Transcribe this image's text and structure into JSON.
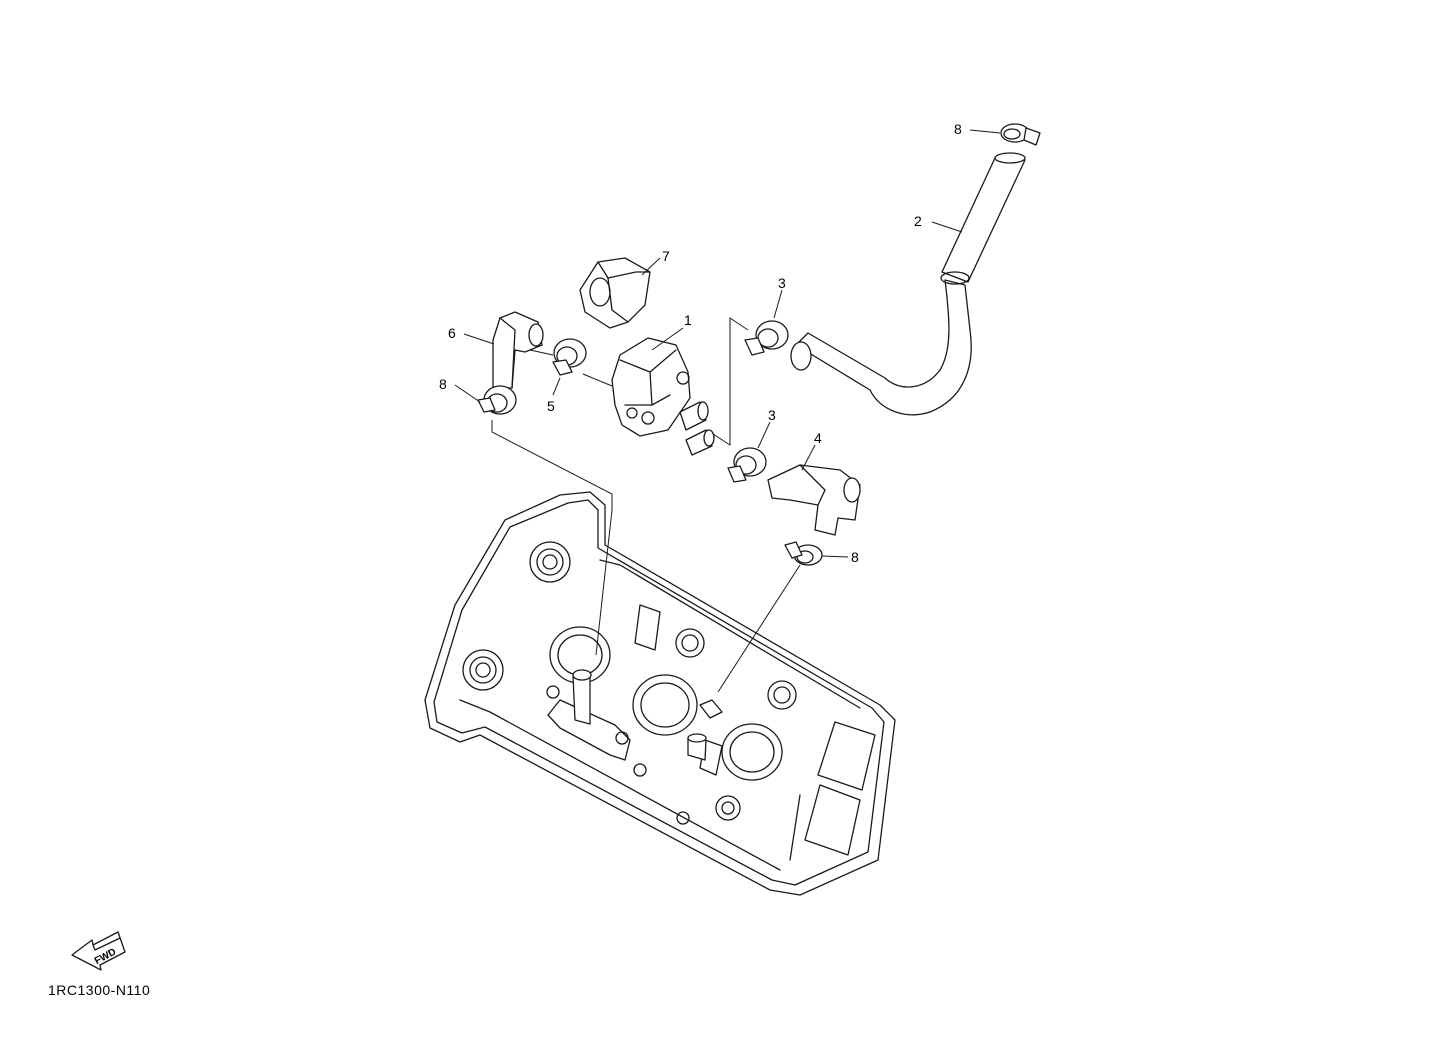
{
  "diagram": {
    "code": "1RC1300-N110",
    "fwd_label": "FWD",
    "callouts": {
      "c1": "1",
      "c2": "2",
      "c3a": "3",
      "c3b": "3",
      "c4": "4",
      "c5": "5",
      "c6": "6",
      "c7": "7",
      "c8a": "8",
      "c8b": "8",
      "c8c": "8"
    }
  }
}
